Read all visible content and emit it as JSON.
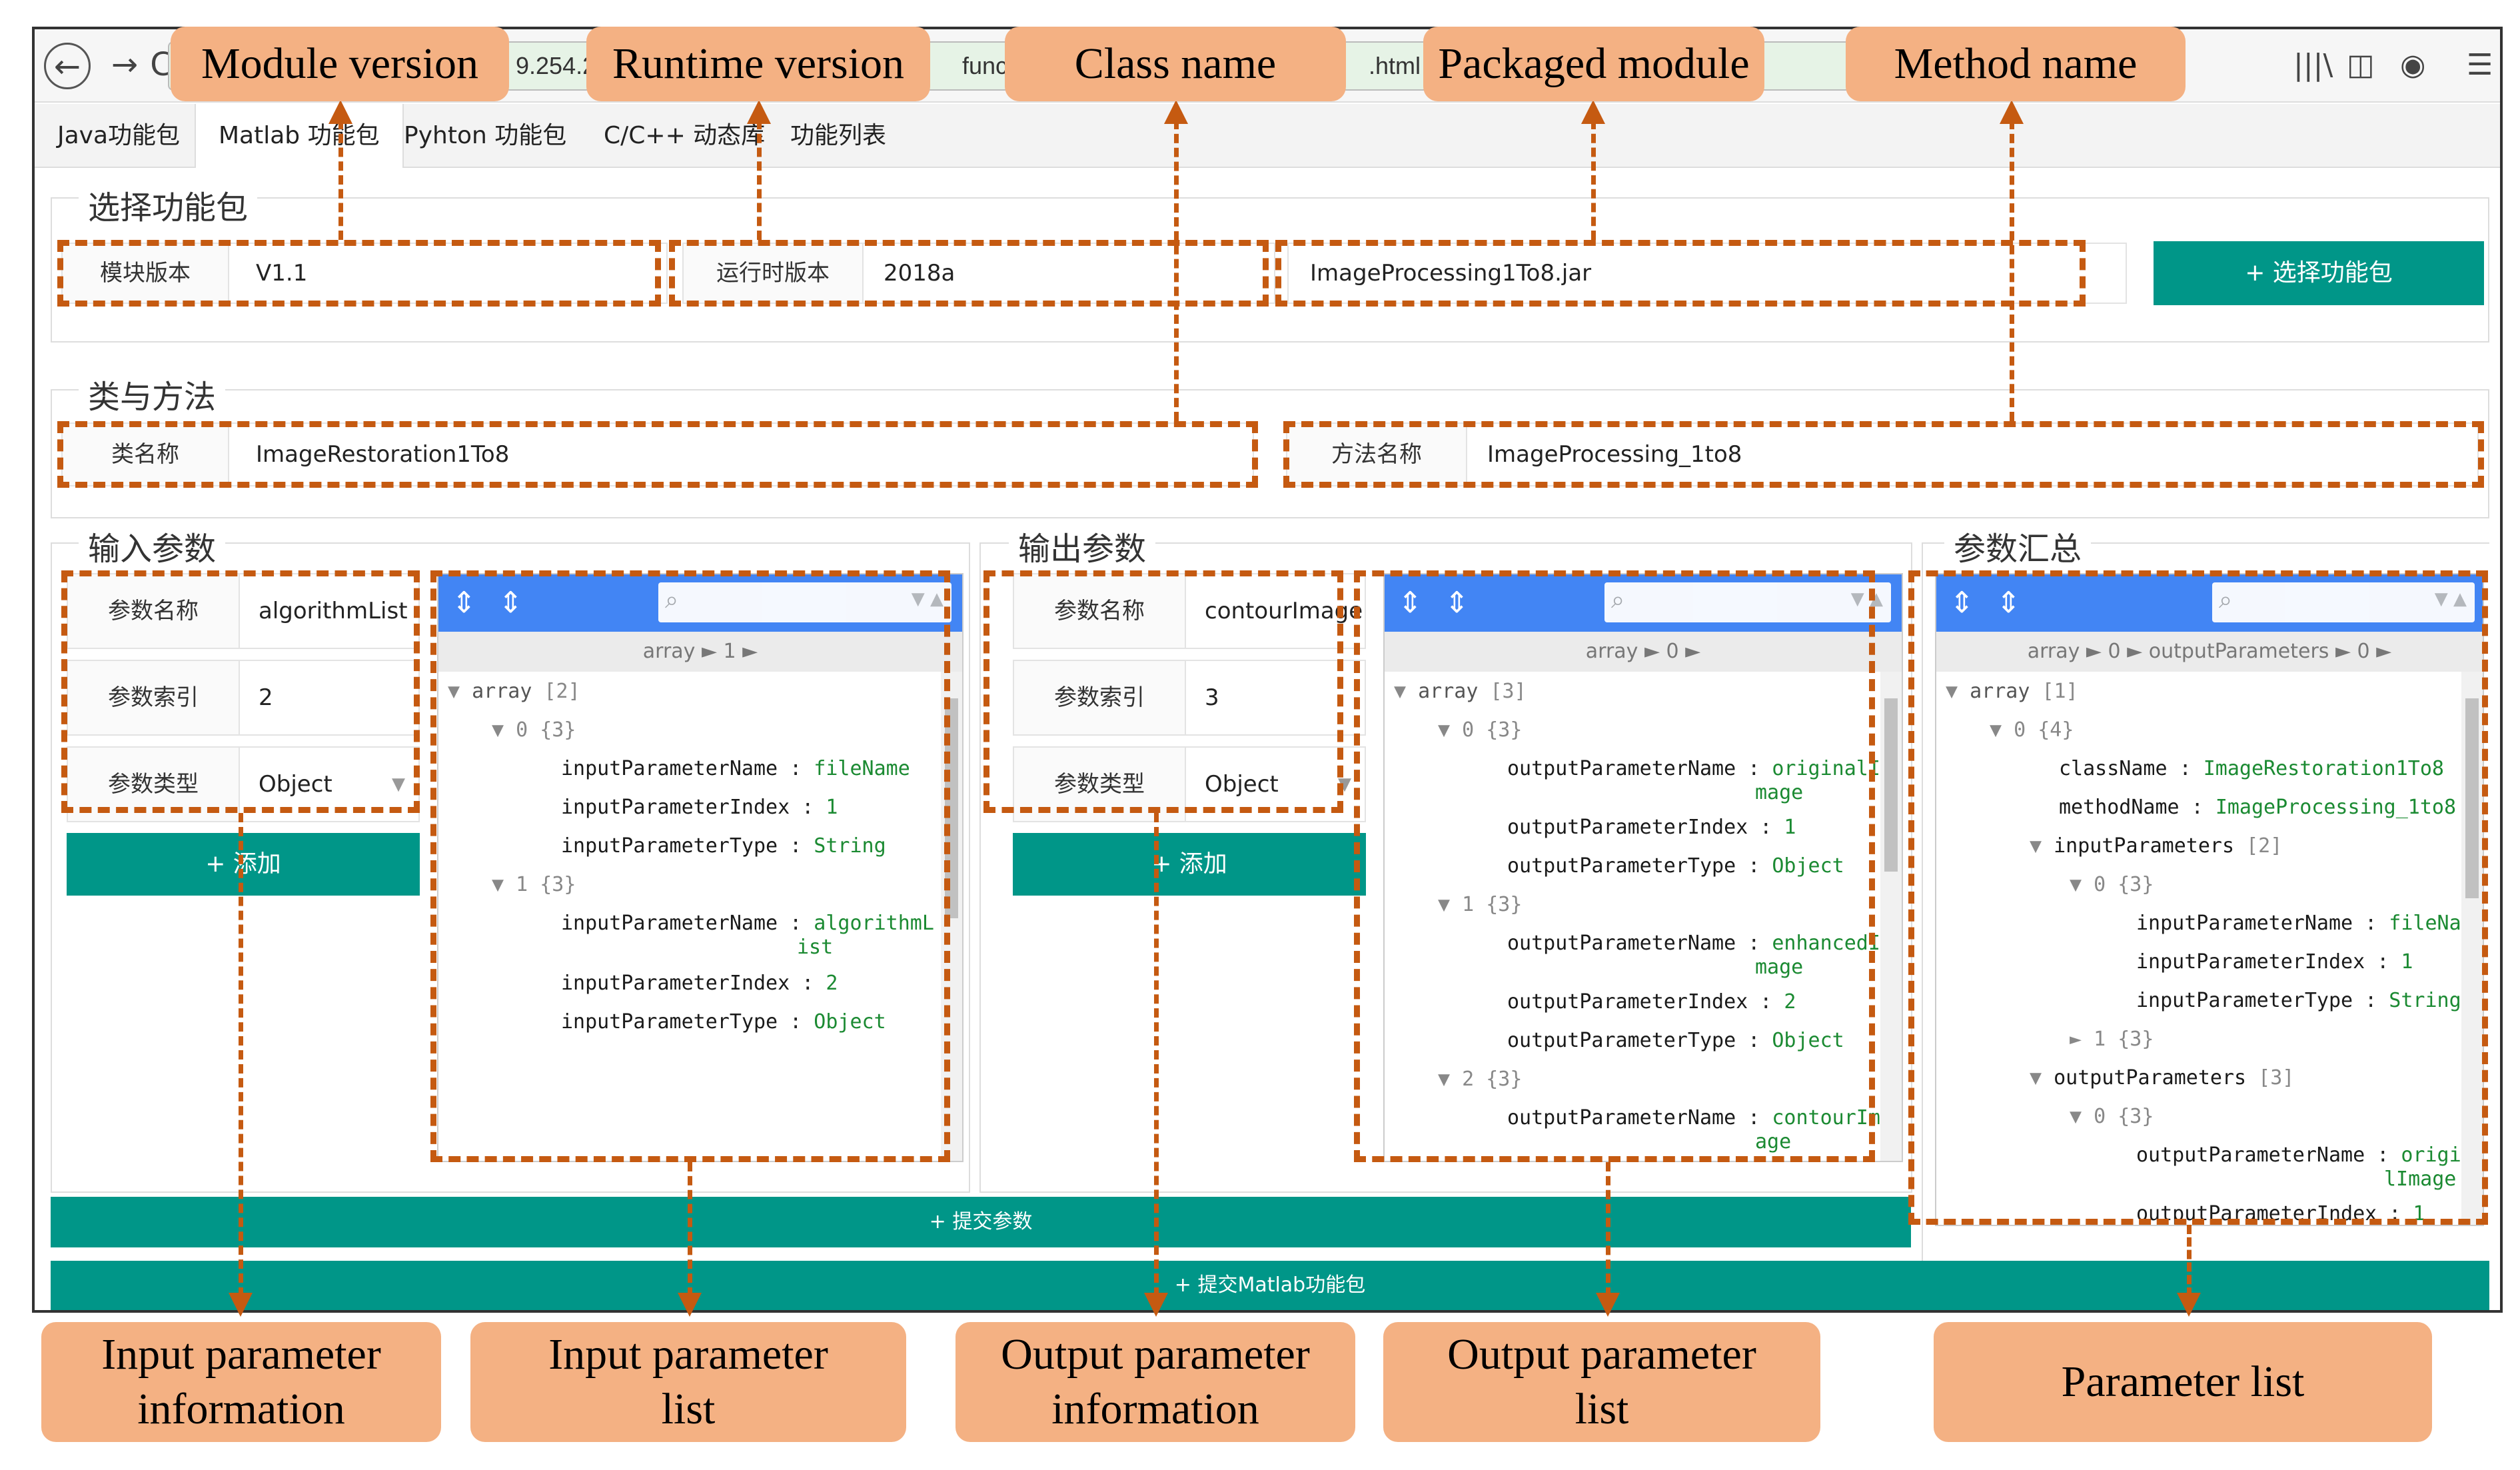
{
  "browser": {
    "url_segments": [
      "9.254.2",
      "functio",
      ".html"
    ],
    "icons": [
      "back-icon",
      "forward-icon",
      "reload-icon",
      "library-icon",
      "sidebar-icon",
      "account-icon",
      "menu-icon"
    ]
  },
  "tabs": [
    {
      "label": "Java功能包"
    },
    {
      "label": "Matlab 功能包"
    },
    {
      "label": "Pyhton 功能包"
    },
    {
      "label": "C/C++ 动态库"
    },
    {
      "label": "功能列表"
    }
  ],
  "select_package": {
    "legend": "选择功能包",
    "module_version_label": "模块版本",
    "module_version_value": "V1.1",
    "runtime_version_label": "运行时版本",
    "runtime_version_value": "2018a",
    "package_file_value": "ImageProcessing1To8.jar",
    "select_button": "+ 选择功能包"
  },
  "class_method": {
    "legend": "类与方法",
    "class_label": "类名称",
    "class_value": "ImageRestoration1To8",
    "method_label": "方法名称",
    "method_value": "ImageProcessing_1to8"
  },
  "input_params": {
    "legend": "输入参数",
    "name_label": "参数名称",
    "name_value": "algorithmList",
    "index_label": "参数索引",
    "index_value": "2",
    "type_label": "参数类型",
    "type_value": "Object",
    "add_button": "+ 添加",
    "crumb": "array ► 1 ►",
    "tree": {
      "root": "array",
      "root_count": "[2]",
      "item0_index": "0",
      "item0_count": "{3}",
      "k1": "inputParameterName",
      "v1": "fileName",
      "k2": "inputParameterIndex",
      "v2": "1",
      "k3": "inputParameterType",
      "v3": "String",
      "item1_index": "1",
      "item1_count": "{3}",
      "k4": "inputParameterName",
      "v4a": "algorithmL",
      "v4b": "ist",
      "k5": "inputParameterIndex",
      "v5": "2",
      "k6": "inputParameterType",
      "v6": "Object"
    }
  },
  "output_params": {
    "legend": "输出参数",
    "name_label": "参数名称",
    "name_value": "contourImage",
    "index_label": "参数索引",
    "index_value": "3",
    "type_label": "参数类型",
    "type_value": "Object",
    "add_button": "+ 添加",
    "crumb": "array ► 0 ►",
    "tree": {
      "root": "array",
      "root_count": "[3]",
      "item0_index": "0",
      "item0_count": "{3}",
      "k1": "outputParameterName",
      "v1a": "originalI",
      "v1b": "mage",
      "k2": "outputParameterIndex",
      "v2": "1",
      "k3": "outputParameterType",
      "v3": "Object",
      "item1_index": "1",
      "item1_count": "{3}",
      "k4": "outputParameterName",
      "v4a": "enhancedI",
      "v4b": "mage",
      "k5": "outputParameterIndex",
      "v5": "2",
      "k6": "outputParameterType",
      "v6": "Object",
      "item2_index": "2",
      "item2_count": "{3}",
      "k7": "outputParameterName",
      "v7a": "contourIm",
      "v7b": "age"
    }
  },
  "summary": {
    "legend": "参数汇总",
    "crumb": "array ► 0 ► outputParameters ► 0 ►",
    "tree": {
      "root": "array",
      "root_count": "[1]",
      "item0_index": "0",
      "item0_count": "{4}",
      "k_class": "className",
      "v_class": "ImageRestoration1To8",
      "k_method": "methodName",
      "v_method": "ImageProcessing_1to8",
      "k_inputs": "inputParameters",
      "inputs_count": "[2]",
      "in0_index": "0",
      "in0_count": "{3}",
      "k1": "inputParameterName",
      "v1": "fileName",
      "k2": "inputParameterIndex",
      "v2": "1",
      "k3": "inputParameterType",
      "v3": "String",
      "in1_index": "1",
      "in1_count": "{3}",
      "k_outputs": "outputParameters",
      "outputs_count": "[3]",
      "out0_index": "0",
      "out0_count": "{3}",
      "k4": "outputParameterName",
      "v4a": "origina",
      "v4b": "lImage",
      "k5": "outputParameterIndex",
      "v5": "1"
    }
  },
  "submit_params_button": "+ 提交参数",
  "submit_matlab_button": "+ 提交Matlab功能包",
  "callouts": {
    "module_version": "Module version",
    "runtime_version": "Runtime version",
    "class_name": "Class name",
    "packaged_module": "Packaged module",
    "method_name": "Method name",
    "input_info_l1": "Input parameter",
    "input_info_l2": "information",
    "input_list_l1": "Input parameter",
    "input_list_l2": "list",
    "output_info_l1": "Output parameter",
    "output_info_l2": "information",
    "output_list_l1": "Output  parameter",
    "output_list_l2": "list",
    "param_list": "Parameter list"
  },
  "colors": {
    "accent": "#009688",
    "tree_header": "#4285f4",
    "dash": "#c55a11",
    "callout": "#f4b183"
  }
}
